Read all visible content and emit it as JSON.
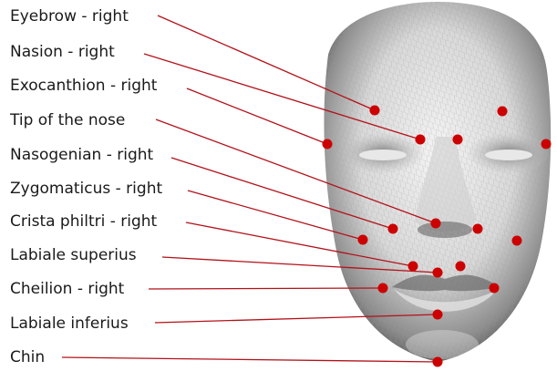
{
  "colors": {
    "line": "#b3121a",
    "marker": "#cc0000",
    "text": "#1a1a1a",
    "face_light": "#f2f2f2",
    "face_dark": "#4a4a4a"
  },
  "landmarks": [
    {
      "id": "eyebrow-right",
      "label": "Eyebrow - right"
    },
    {
      "id": "nasion-right",
      "label": "Nasion - right"
    },
    {
      "id": "exocanthion-right",
      "label": "Exocanthion - right"
    },
    {
      "id": "tip-of-the-nose",
      "label": "Tip of the nose"
    },
    {
      "id": "nasogenian-right",
      "label": "Nasogenian - right"
    },
    {
      "id": "zygomaticus-right",
      "label": "Zygomaticus - right"
    },
    {
      "id": "crista-philtri-right",
      "label": "Crista philtri - right"
    },
    {
      "id": "labiale-superius",
      "label": "Labiale superius"
    },
    {
      "id": "cheilion-right",
      "label": "Cheilion - right"
    },
    {
      "id": "labiale-inferius",
      "label": "Labiale inferius"
    },
    {
      "id": "chin",
      "label": "Chin"
    }
  ]
}
